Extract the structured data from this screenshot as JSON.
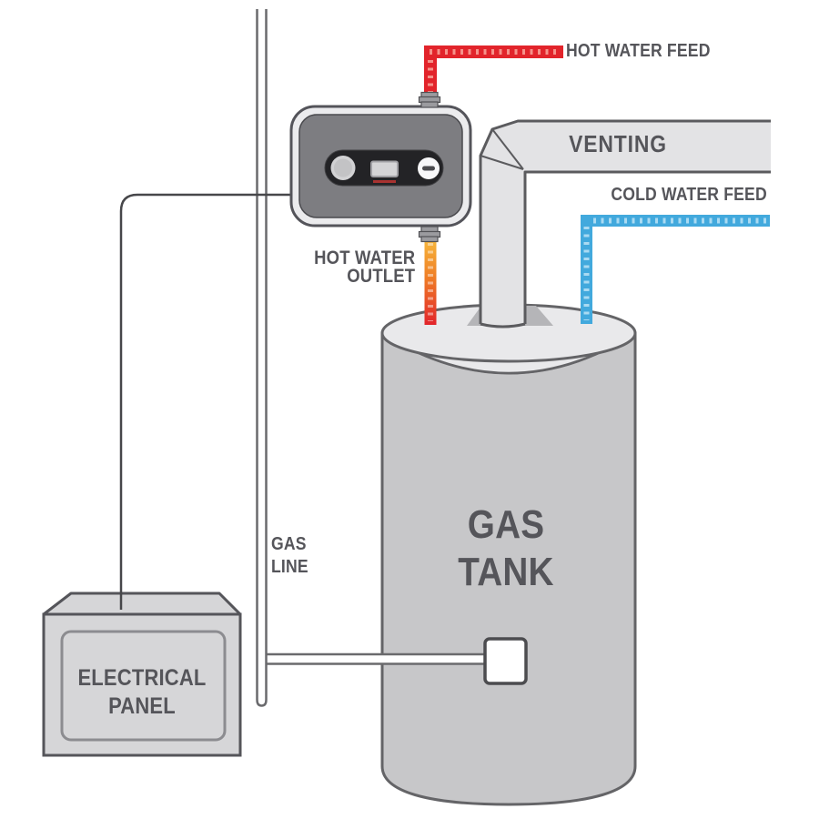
{
  "diagram": {
    "labels": {
      "hot_water_feed": "HOT WATER FEED",
      "venting": "VENTING",
      "cold_water_feed": "COLD WATER FEED",
      "hot_water_outlet": {
        "line1": "HOT WATER",
        "line2": "OUTLET"
      },
      "gas_line": {
        "line1": "GAS",
        "line2": "LINE"
      },
      "gas_tank": {
        "line1": "GAS",
        "line2": "TANK"
      },
      "electrical_panel": {
        "line1": "ELECTRICAL",
        "line2": "PANEL"
      }
    },
    "colors": {
      "hot_pipe": "#e2242b",
      "hot_pipe_dash": "#f5928a",
      "cold_pipe": "#42a9dd",
      "cold_pipe_dash": "#aadaf2",
      "outlet_gradient_top": "#f6b73c",
      "outlet_gradient_mid": "#ef7d26",
      "outlet_gradient_bottom": "#e2242b",
      "display_indicator": "#a83230",
      "label_text": "#55555a",
      "tank_body": "#c7c7c9",
      "tank_top": "#e9e9eb",
      "vent_duct": "#e3e3e5",
      "unit_body": "#7d7d81",
      "outline": "#5b5b5e"
    }
  }
}
